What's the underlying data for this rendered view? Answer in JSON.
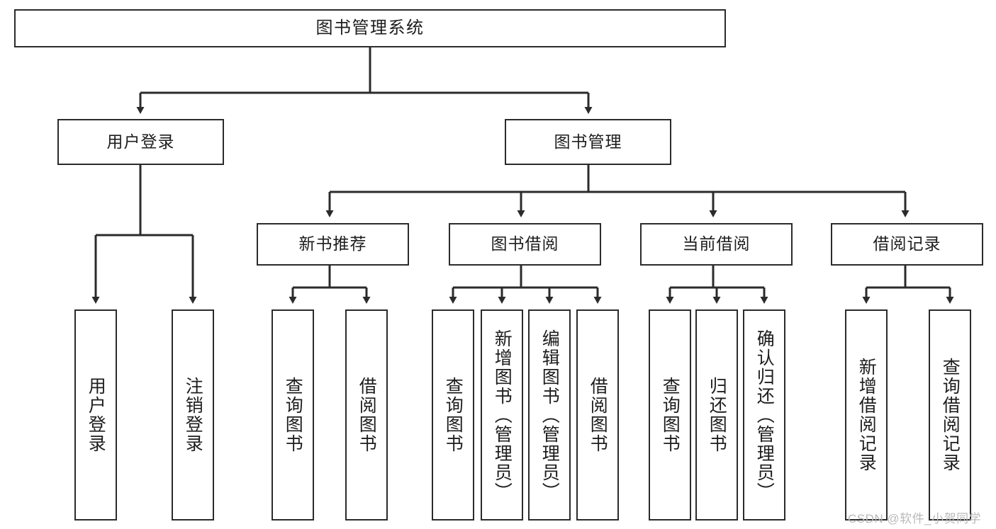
{
  "diagram": {
    "title": "图书管理系统",
    "watermark": "CSDN @软件_小贺同学",
    "line_color": "#2b2b2b",
    "box_border_color": "#2b2b2b",
    "box_fill_color": "#ffffff",
    "text_color": "#1d1d1d",
    "watermark_color": "#b9b9b9",
    "levels": {
      "root": {
        "label": "图书管理系统"
      },
      "level2": [
        {
          "label": "用户登录"
        },
        {
          "label": "图书管理"
        }
      ],
      "level3": [
        {
          "label": "新书推荐"
        },
        {
          "label": "图书借阅"
        },
        {
          "label": "当前借阅"
        },
        {
          "label": "借阅记录"
        }
      ],
      "leaves": {
        "user_login": [
          {
            "label": "用户登录"
          },
          {
            "label": "注销登录"
          }
        ],
        "new_book_recommend": [
          {
            "label": "查询图书"
          },
          {
            "label": "借阅图书"
          }
        ],
        "book_borrow": [
          {
            "label": "查询图书"
          },
          {
            "label": "新增图书（管理员）"
          },
          {
            "label": "编辑图书（管理员）"
          },
          {
            "label": "借阅图书"
          }
        ],
        "current_borrow": [
          {
            "label": "查询图书"
          },
          {
            "label": "归还图书"
          },
          {
            "label": "确认归还（管理员）"
          }
        ],
        "borrow_record": [
          {
            "label": "新增借阅记录"
          },
          {
            "label": "查询借阅记录"
          }
        ]
      }
    }
  }
}
